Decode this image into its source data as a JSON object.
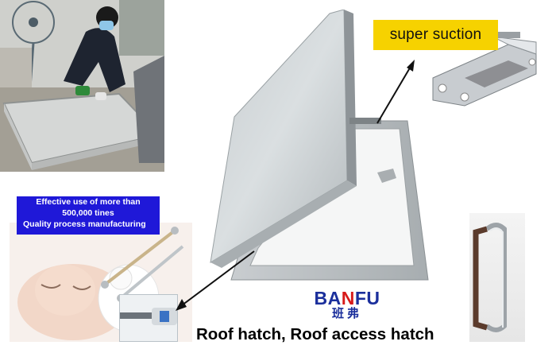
{
  "labels": {
    "suction": "super suction",
    "quality_line1": "Effective use of more than",
    "quality_line2": "500,000 tines",
    "quality_line3": "Quality process manufacturing"
  },
  "brand": {
    "name_part1": "BA",
    "name_accent": "N",
    "name_part2": "FU",
    "name_cn": "班弗"
  },
  "caption": "Roof hatch, Roof access hatch",
  "colors": {
    "label_yellow": "#f6d200",
    "box_blue": "#1f18d8",
    "brand_blue": "#1b2f9c",
    "brand_red": "#d71a1a"
  }
}
